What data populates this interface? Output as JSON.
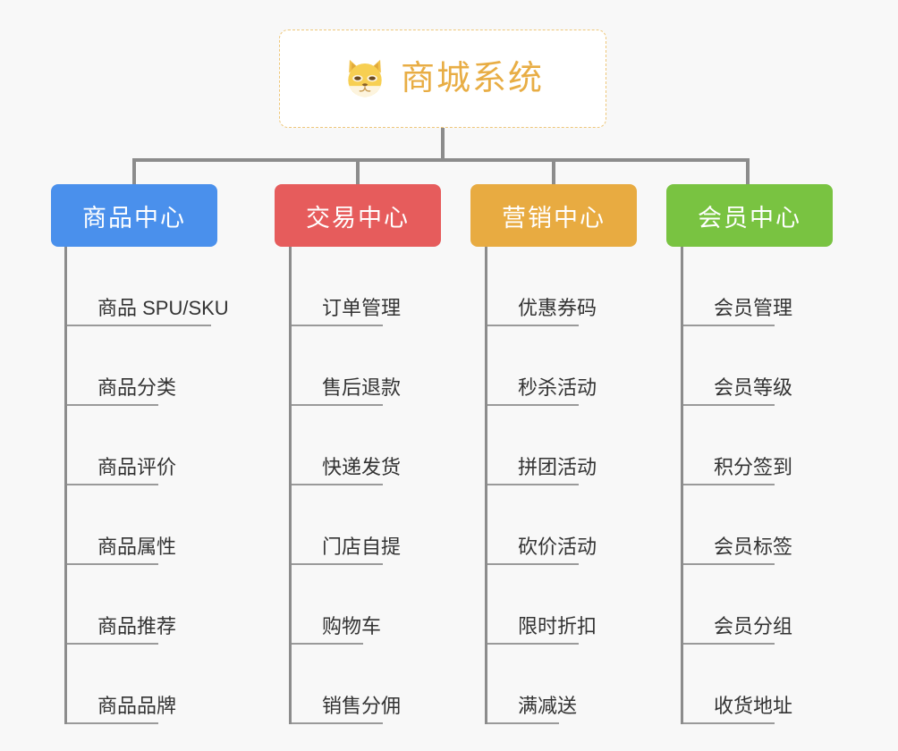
{
  "canvas": {
    "background_color": "#f8f8f8",
    "connector_color": "#8c8c8c"
  },
  "root": {
    "icon": "shiba-dog-face-icon",
    "title": "商城系统",
    "title_color": "#e8ad44",
    "border_color": "#eec77a",
    "background_color": "#ffffff"
  },
  "branches": [
    {
      "label": "商品中心",
      "color": "#4a90ec",
      "leaves": [
        "商品 SPU/SKU",
        "商品分类",
        "商品评价",
        "商品属性",
        "商品推荐",
        "商品品牌"
      ]
    },
    {
      "label": "交易中心",
      "color": "#e65c5c",
      "leaves": [
        "订单管理",
        "售后退款",
        "快递发货",
        "门店自提",
        "购物车",
        "销售分佣"
      ]
    },
    {
      "label": "营销中心",
      "color": "#e8ab41",
      "leaves": [
        "优惠券码",
        "秒杀活动",
        "拼团活动",
        "砍价活动",
        "限时折扣",
        "满减送"
      ]
    },
    {
      "label": "会员中心",
      "color": "#79c341",
      "leaves": [
        "会员管理",
        "会员等级",
        "积分签到",
        "会员标签",
        "会员分组",
        "收货地址"
      ]
    }
  ]
}
